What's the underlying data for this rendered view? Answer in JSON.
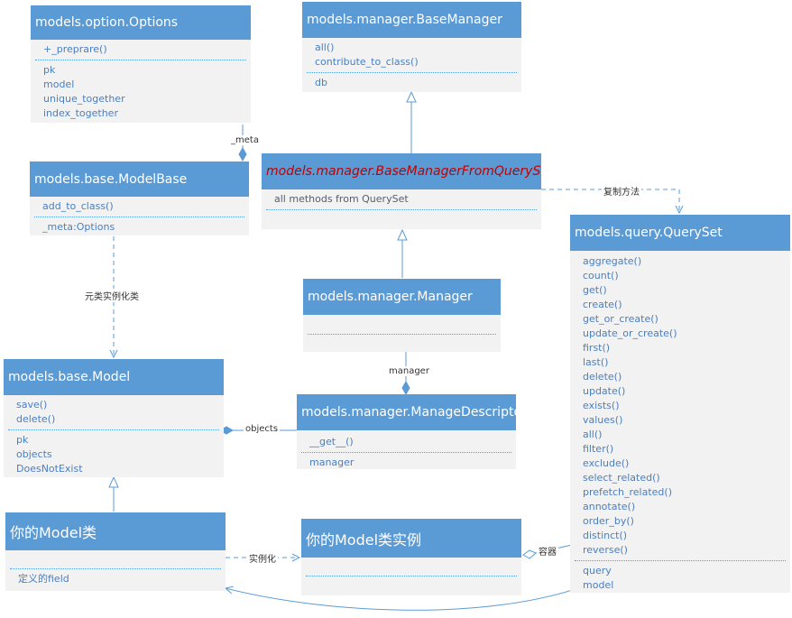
{
  "classes": {
    "options": {
      "title": "models.option.Options",
      "methods": [
        "+_preprare()"
      ],
      "fields": [
        "pk",
        "model",
        "unique_together",
        "index_together"
      ]
    },
    "base_manager": {
      "title": "models.manager.BaseManager",
      "methods": [
        "all()",
        "contribute_to_class()"
      ],
      "fields": [
        "db"
      ]
    },
    "model_base": {
      "title": "models.base.ModelBase",
      "methods": [
        "add_to_class()"
      ],
      "fields": [
        "_meta:Options"
      ]
    },
    "base_manager_from_queryset": {
      "title": "models.manager.BaseManagerFromQuerySet",
      "methods": [
        "all methods from QuerySet"
      ],
      "fields": []
    },
    "queryset": {
      "title": "models.query.QuerySet",
      "methods": [
        "aggregate()",
        "count()",
        "get()",
        "create()",
        "get_or_create()",
        "update_or_create()",
        "first()",
        "last()",
        "delete()",
        "update()",
        "exists()",
        "values()",
        "all()",
        "filter()",
        "exclude()",
        "select_related()",
        "prefetch_related()",
        "annotate()",
        "order_by()",
        "distinct()",
        "reverse()"
      ],
      "fields": [
        "query",
        "model"
      ]
    },
    "manager": {
      "title": "models.manager.Manager",
      "methods": [],
      "fields": []
    },
    "model": {
      "title": "models.base.Model",
      "methods": [
        "save()",
        "delete()"
      ],
      "fields": [
        "pk",
        "objects",
        "DoesNotExist"
      ]
    },
    "manage_descriptor": {
      "title": "models.manager.ManageDescriptor",
      "methods": [
        "__get__()"
      ],
      "fields": [
        "manager"
      ]
    },
    "your_model": {
      "title": "你的Model类",
      "methods": [],
      "fields": [
        "定义的field"
      ]
    },
    "your_model_instance": {
      "title": "你的Model类实例",
      "methods": [],
      "fields": []
    }
  },
  "labels": {
    "meta": "_meta",
    "metaclass": "元类实例化类",
    "copy_methods": "复制方法",
    "manager": "manager",
    "objects": "objects",
    "instantiate": "实例化",
    "container": "容器"
  },
  "colors": {
    "header": "#5b9bd5",
    "body": "#f2f2f2",
    "title_red": "#c00000",
    "member_text": "#4a7fc0"
  }
}
